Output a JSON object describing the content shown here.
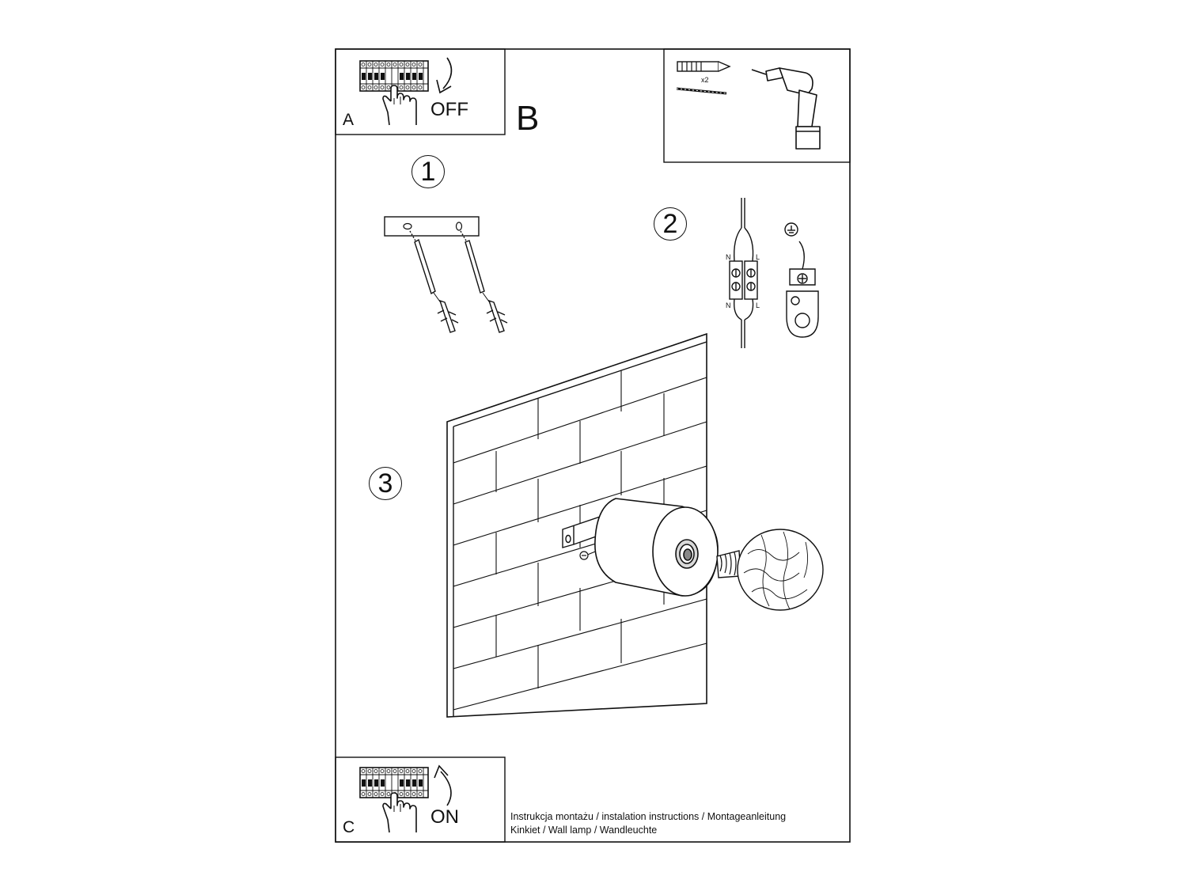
{
  "panels": {
    "a": {
      "letter": "A",
      "switch_state": "OFF"
    },
    "b": {
      "letter": "B"
    },
    "c": {
      "letter": "C",
      "switch_state": "ON"
    }
  },
  "tools": {
    "quantity": "x2"
  },
  "steps": [
    "1",
    "2",
    "3"
  ],
  "wiring": {
    "top_left": "N",
    "top_right": "L",
    "bottom_left": "N",
    "bottom_right": "L"
  },
  "footer": {
    "line1": "Instrukcja montażu / instalation instructions / Montageanleitung",
    "line2": "Kinkiet / Wall lamp / Wandleuchte"
  },
  "icons": [
    "circuit-breaker-icon",
    "hand-icon",
    "arrow-down-icon",
    "arrow-up-icon",
    "wall-plug-icon",
    "screw-icon",
    "drill-icon",
    "terminal-block-icon",
    "ground-icon",
    "light-bulb-icon"
  ]
}
